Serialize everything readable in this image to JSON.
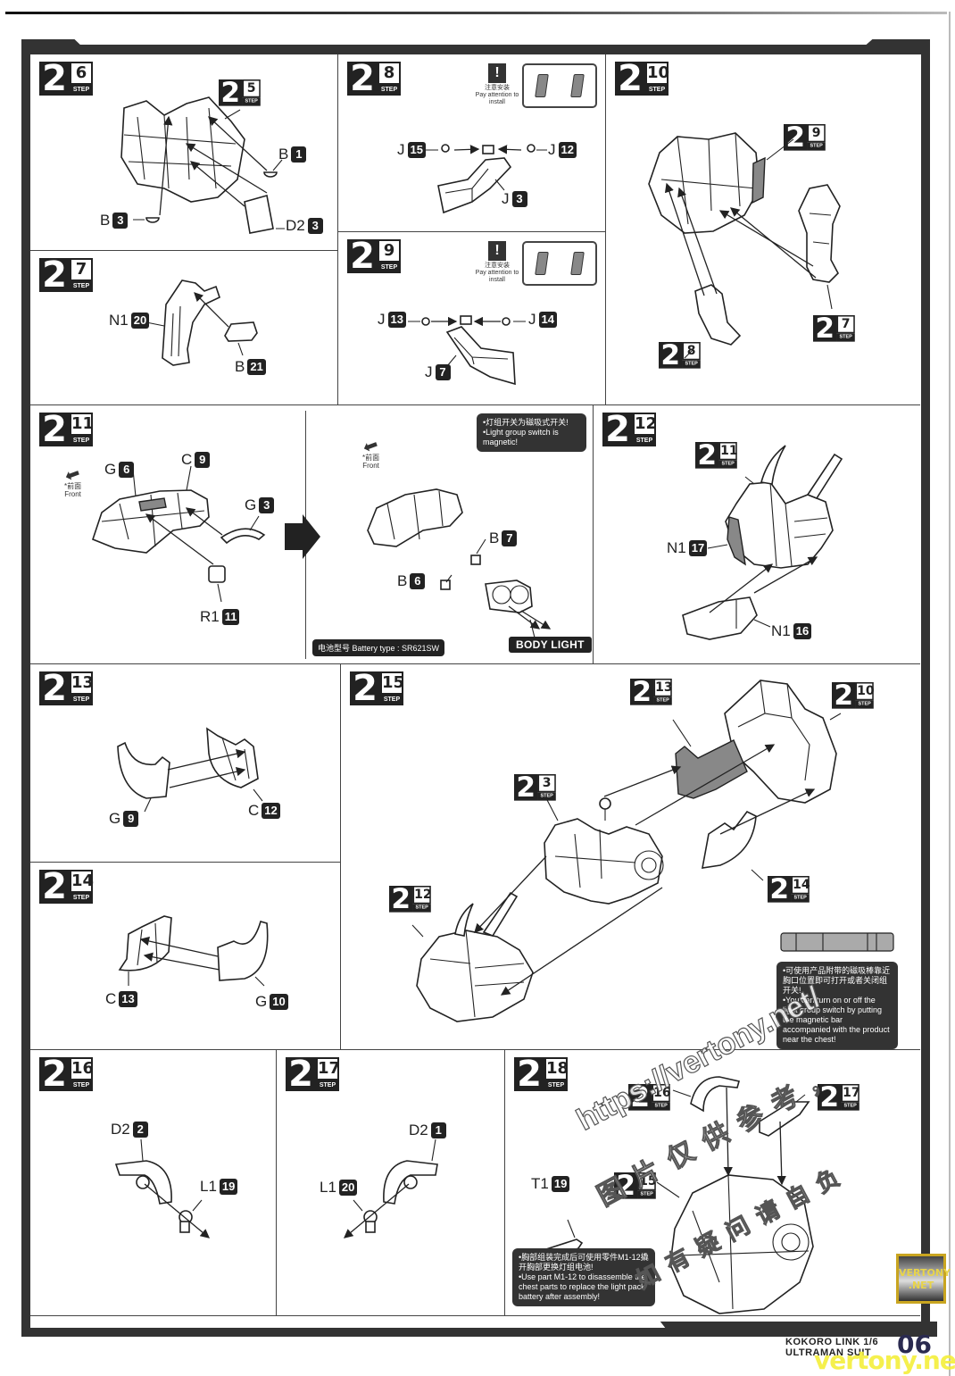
{
  "document": {
    "product_line1": "KOKORO LINK 1/6",
    "product_line2": "ULTRAMAN SUIT",
    "page_number": "06",
    "watermark_footer": "vertony.net",
    "logo_badge": "VERTONY .NET",
    "watermark_url": "https://vertony.net/",
    "watermark_cn_line1": "图片仅供参考，",
    "watermark_cn_line2": "如有疑问请自负"
  },
  "common": {
    "step_prefix": "2",
    "step_tag": "STEP",
    "caution_cn": "注意安装",
    "caution_en": "Pay attention to install",
    "caution_icon": "!",
    "front_cn": "*前面",
    "front_en": "Front"
  },
  "steps": {
    "s6": {
      "number": "6",
      "sub_ref": "5",
      "parts": [
        {
          "letter": "B",
          "idx": "1"
        },
        {
          "letter": "B",
          "idx": "3"
        },
        {
          "letter": "D2",
          "idx": "3"
        }
      ]
    },
    "s7": {
      "number": "7",
      "parts": [
        {
          "letter": "N1",
          "idx": "20"
        },
        {
          "letter": "B",
          "idx": "21"
        }
      ]
    },
    "s8": {
      "number": "8",
      "parts": [
        {
          "letter": "J",
          "idx": "15"
        },
        {
          "letter": "J",
          "idx": "12"
        },
        {
          "letter": "J",
          "idx": "3"
        }
      ]
    },
    "s9": {
      "number": "9",
      "parts": [
        {
          "letter": "J",
          "idx": "13"
        },
        {
          "letter": "J",
          "idx": "14"
        },
        {
          "letter": "J",
          "idx": "7"
        }
      ]
    },
    "s10": {
      "number": "10",
      "refs": [
        "9",
        "7",
        "8"
      ]
    },
    "s11": {
      "number": "11",
      "parts": [
        {
          "letter": "G",
          "idx": "6"
        },
        {
          "letter": "C",
          "idx": "9"
        },
        {
          "letter": "G",
          "idx": "3"
        },
        {
          "letter": "R1",
          "idx": "11"
        }
      ],
      "sub_parts": [
        {
          "letter": "B",
          "idx": "7"
        },
        {
          "letter": "B",
          "idx": "6"
        }
      ],
      "note_cn": "•灯组开关为磁吸式开关!",
      "note_en": "•Light group switch is magnetic!",
      "battery": "电池型号 Battery type : SR621SW",
      "body_light": "BODY LIGHT"
    },
    "s12": {
      "number": "12",
      "refs": [
        "11"
      ],
      "parts": [
        {
          "letter": "N1",
          "idx": "17"
        },
        {
          "letter": "N1",
          "idx": "16"
        }
      ]
    },
    "s13": {
      "number": "13",
      "parts": [
        {
          "letter": "G",
          "idx": "9"
        },
        {
          "letter": "C",
          "idx": "12"
        }
      ]
    },
    "s14": {
      "number": "14",
      "parts": [
        {
          "letter": "C",
          "idx": "13"
        },
        {
          "letter": "G",
          "idx": "10"
        }
      ]
    },
    "s15": {
      "number": "15",
      "refs": [
        "13",
        "10",
        "3",
        "14",
        "12"
      ],
      "note_cn": "•可使用产品附带的磁吸棒靠近胸口位置即可打开或者关闭组开关!",
      "note_en": "•You can turn on or off the light group switch by putting the magnetic bar accompanied with the product near the chest!"
    },
    "s16": {
      "number": "16",
      "parts": [
        {
          "letter": "D2",
          "idx": "2"
        },
        {
          "letter": "L1",
          "idx": "19"
        }
      ]
    },
    "s17": {
      "number": "17",
      "parts": [
        {
          "letter": "D2",
          "idx": "1"
        },
        {
          "letter": "L1",
          "idx": "20"
        }
      ]
    },
    "s18": {
      "number": "18",
      "refs": [
        "16",
        "17",
        "15"
      ],
      "parts": [
        {
          "letter": "T1",
          "idx": "19"
        }
      ],
      "note_cn": "•胸部组装完成后可使用零件M1-12撬开胸部更换灯组电池!",
      "note_en": "•Use part M1-12 to disassemble the chest parts to replace the light pack battery after assembly!"
    }
  }
}
